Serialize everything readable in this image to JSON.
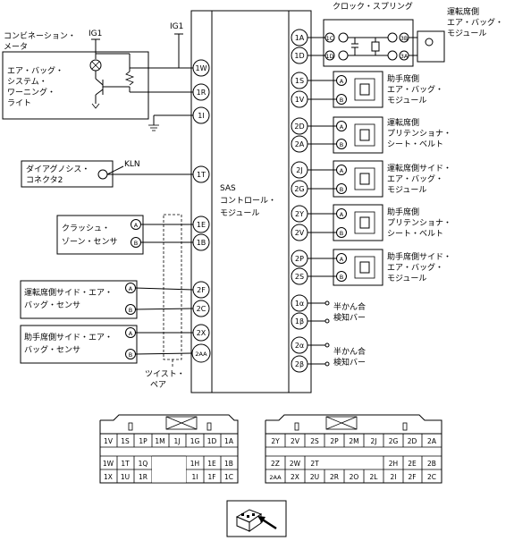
{
  "left": {
    "combination_meter": {
      "line1": "コンビネーション・",
      "line2": "メータ"
    },
    "ig1_left": "IG1",
    "ig1_center": "IG1",
    "warning_light": [
      "エア・バッグ・",
      "システム・",
      "ワーニング・",
      "ライト"
    ],
    "diag_connector": [
      "ダイアグノシス・",
      "コネクタ2"
    ],
    "kln": "KLN",
    "crash_sensor": [
      "クラッシュ・",
      "ゾーン・センサ"
    ],
    "driver_side_sensor": [
      "運転席側サイド・エア・",
      "バッグ・センサ"
    ],
    "passenger_side_sensor": [
      "助手席側サイド・エア・",
      "バッグ・センサ"
    ],
    "twist_pair": [
      "ツイスト・",
      "ペア"
    ],
    "pin_a": "A",
    "pin_b": "B"
  },
  "center": {
    "sas": [
      "SAS",
      "コントロール・",
      "モジュール"
    ],
    "left_pins": [
      "1W",
      "1R",
      "1I",
      "1T",
      "1E",
      "1B",
      "2F",
      "2C",
      "2X",
      "2AA"
    ],
    "right_pins": [
      "1A",
      "1D",
      "1S",
      "1V",
      "2D",
      "2A",
      "2J",
      "2G",
      "2Y",
      "2V",
      "2P",
      "2S",
      "1α",
      "1β",
      "2α",
      "2β"
    ]
  },
  "right": {
    "clock_spring": "クロック・スプリング",
    "clock_pins_left": [
      "1C",
      "1D"
    ],
    "clock_pins_right": [
      "3B",
      "3A"
    ],
    "pin_a": "A",
    "pin_b": "B",
    "modules": [
      [
        "運転席側",
        "エア・バッグ・",
        "モジュール"
      ],
      [
        "助手席側",
        "エア・バッグ・",
        "モジュール"
      ],
      [
        "運転席側",
        "プリテンショナ・",
        "シート・ベルト"
      ],
      [
        "運転席側サイド・",
        "エア・バッグ・",
        "モジュール"
      ],
      [
        "助手席側",
        "プリテンショナ・",
        "シート・ベルト"
      ],
      [
        "助手席側サイド・",
        "エア・バッグ・",
        "モジュール"
      ]
    ],
    "half_latch_1": [
      "半かん合",
      "検知バー"
    ],
    "half_latch_2": [
      "半かん合",
      "検知バー"
    ]
  },
  "connector_left": {
    "rows": [
      [
        "1V",
        "1S",
        "1P",
        "1M",
        "1J",
        "1G",
        "1D",
        "1A"
      ],
      [
        "1W",
        "1T",
        "1Q",
        "",
        "",
        "1H",
        "1E",
        "1B"
      ],
      [
        "1X",
        "1U",
        "1R",
        "",
        "",
        "1I",
        "1F",
        "1C"
      ]
    ]
  },
  "connector_right": {
    "rows": [
      [
        "2Y",
        "2V",
        "2S",
        "2P",
        "2M",
        "2J",
        "2G",
        "2D",
        "2A"
      ],
      [
        "2Z",
        "2W",
        "2T",
        "",
        "",
        "",
        "2H",
        "2E",
        "2B"
      ],
      [
        "2AA",
        "2X",
        "2U",
        "2R",
        "2O",
        "2L",
        "2I",
        "2F",
        "2C"
      ]
    ]
  }
}
